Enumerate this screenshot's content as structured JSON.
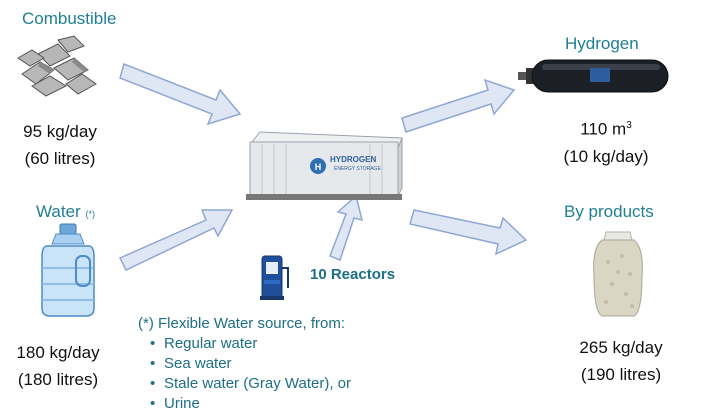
{
  "combustible": {
    "title": "Combustible",
    "amount": "95 kg/day",
    "volume": "(60 litres)"
  },
  "water": {
    "title": "Water",
    "footnote_mark": "(*)",
    "amount": "180 kg/day",
    "volume": "(180 litres)"
  },
  "hydrogen": {
    "title": "Hydrogen",
    "amount": "110 m",
    "amount_sup": "3",
    "mass": "(10 kg/day)"
  },
  "byproducts": {
    "title": "By products",
    "amount": "265 kg/day",
    "volume": "(190 litres)"
  },
  "container": {
    "brand": "HYDROGEN",
    "subtitle": "ENERGY STORAGE"
  },
  "reactors": {
    "label": "10 Reactors"
  },
  "note": {
    "heading": "(*) Flexible Water source, from:",
    "items": [
      "Regular water",
      "Sea water",
      "Stale water (Gray Water), or",
      "Urine"
    ]
  },
  "colors": {
    "accent": "#1f7f94",
    "arrow_fill": "#dfe7f5",
    "arrow_stroke": "#8fa7d3"
  }
}
